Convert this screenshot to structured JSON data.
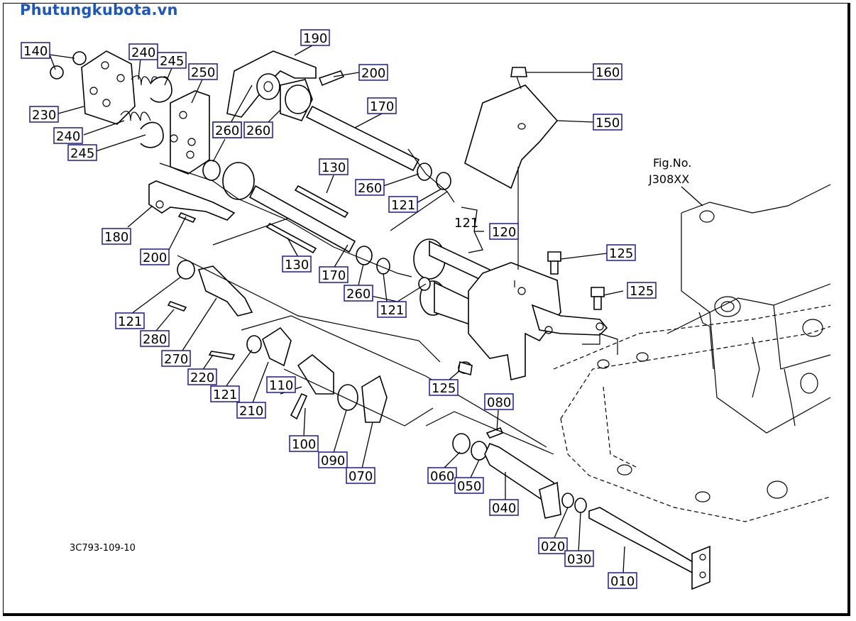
{
  "watermark": "Phutungkubota.vn",
  "figure_ref": {
    "line1": "Fig.No.",
    "line2": "J308XX"
  },
  "drawing_code": "3C793-109-10",
  "callouts": [
    {
      "label": "140"
    },
    {
      "label": "240"
    },
    {
      "label": "245"
    },
    {
      "label": "250"
    },
    {
      "label": "190"
    },
    {
      "label": "200"
    },
    {
      "label": "230"
    },
    {
      "label": "260"
    },
    {
      "label": "260"
    },
    {
      "label": "170"
    },
    {
      "label": "240"
    },
    {
      "label": "245"
    },
    {
      "label": "260"
    },
    {
      "label": "160"
    },
    {
      "label": "150"
    },
    {
      "label": "130"
    },
    {
      "label": "260"
    },
    {
      "label": "121"
    },
    {
      "label": "180"
    },
    {
      "label": "200"
    },
    {
      "label": "120"
    },
    {
      "label": "130"
    },
    {
      "label": "170"
    },
    {
      "label": "125"
    },
    {
      "label": "260"
    },
    {
      "label": "121"
    },
    {
      "label": "125"
    },
    {
      "label": "121"
    },
    {
      "label": "280"
    },
    {
      "label": "270"
    },
    {
      "label": "220"
    },
    {
      "label": "121"
    },
    {
      "label": "125"
    },
    {
      "label": "110"
    },
    {
      "label": "210"
    },
    {
      "label": "080"
    },
    {
      "label": "100"
    },
    {
      "label": "090"
    },
    {
      "label": "070"
    },
    {
      "label": "060"
    },
    {
      "label": "050"
    },
    {
      "label": "040"
    },
    {
      "label": "020"
    },
    {
      "label": "030"
    },
    {
      "label": "010"
    }
  ],
  "plain_labels": {
    "ref_121": "121"
  }
}
